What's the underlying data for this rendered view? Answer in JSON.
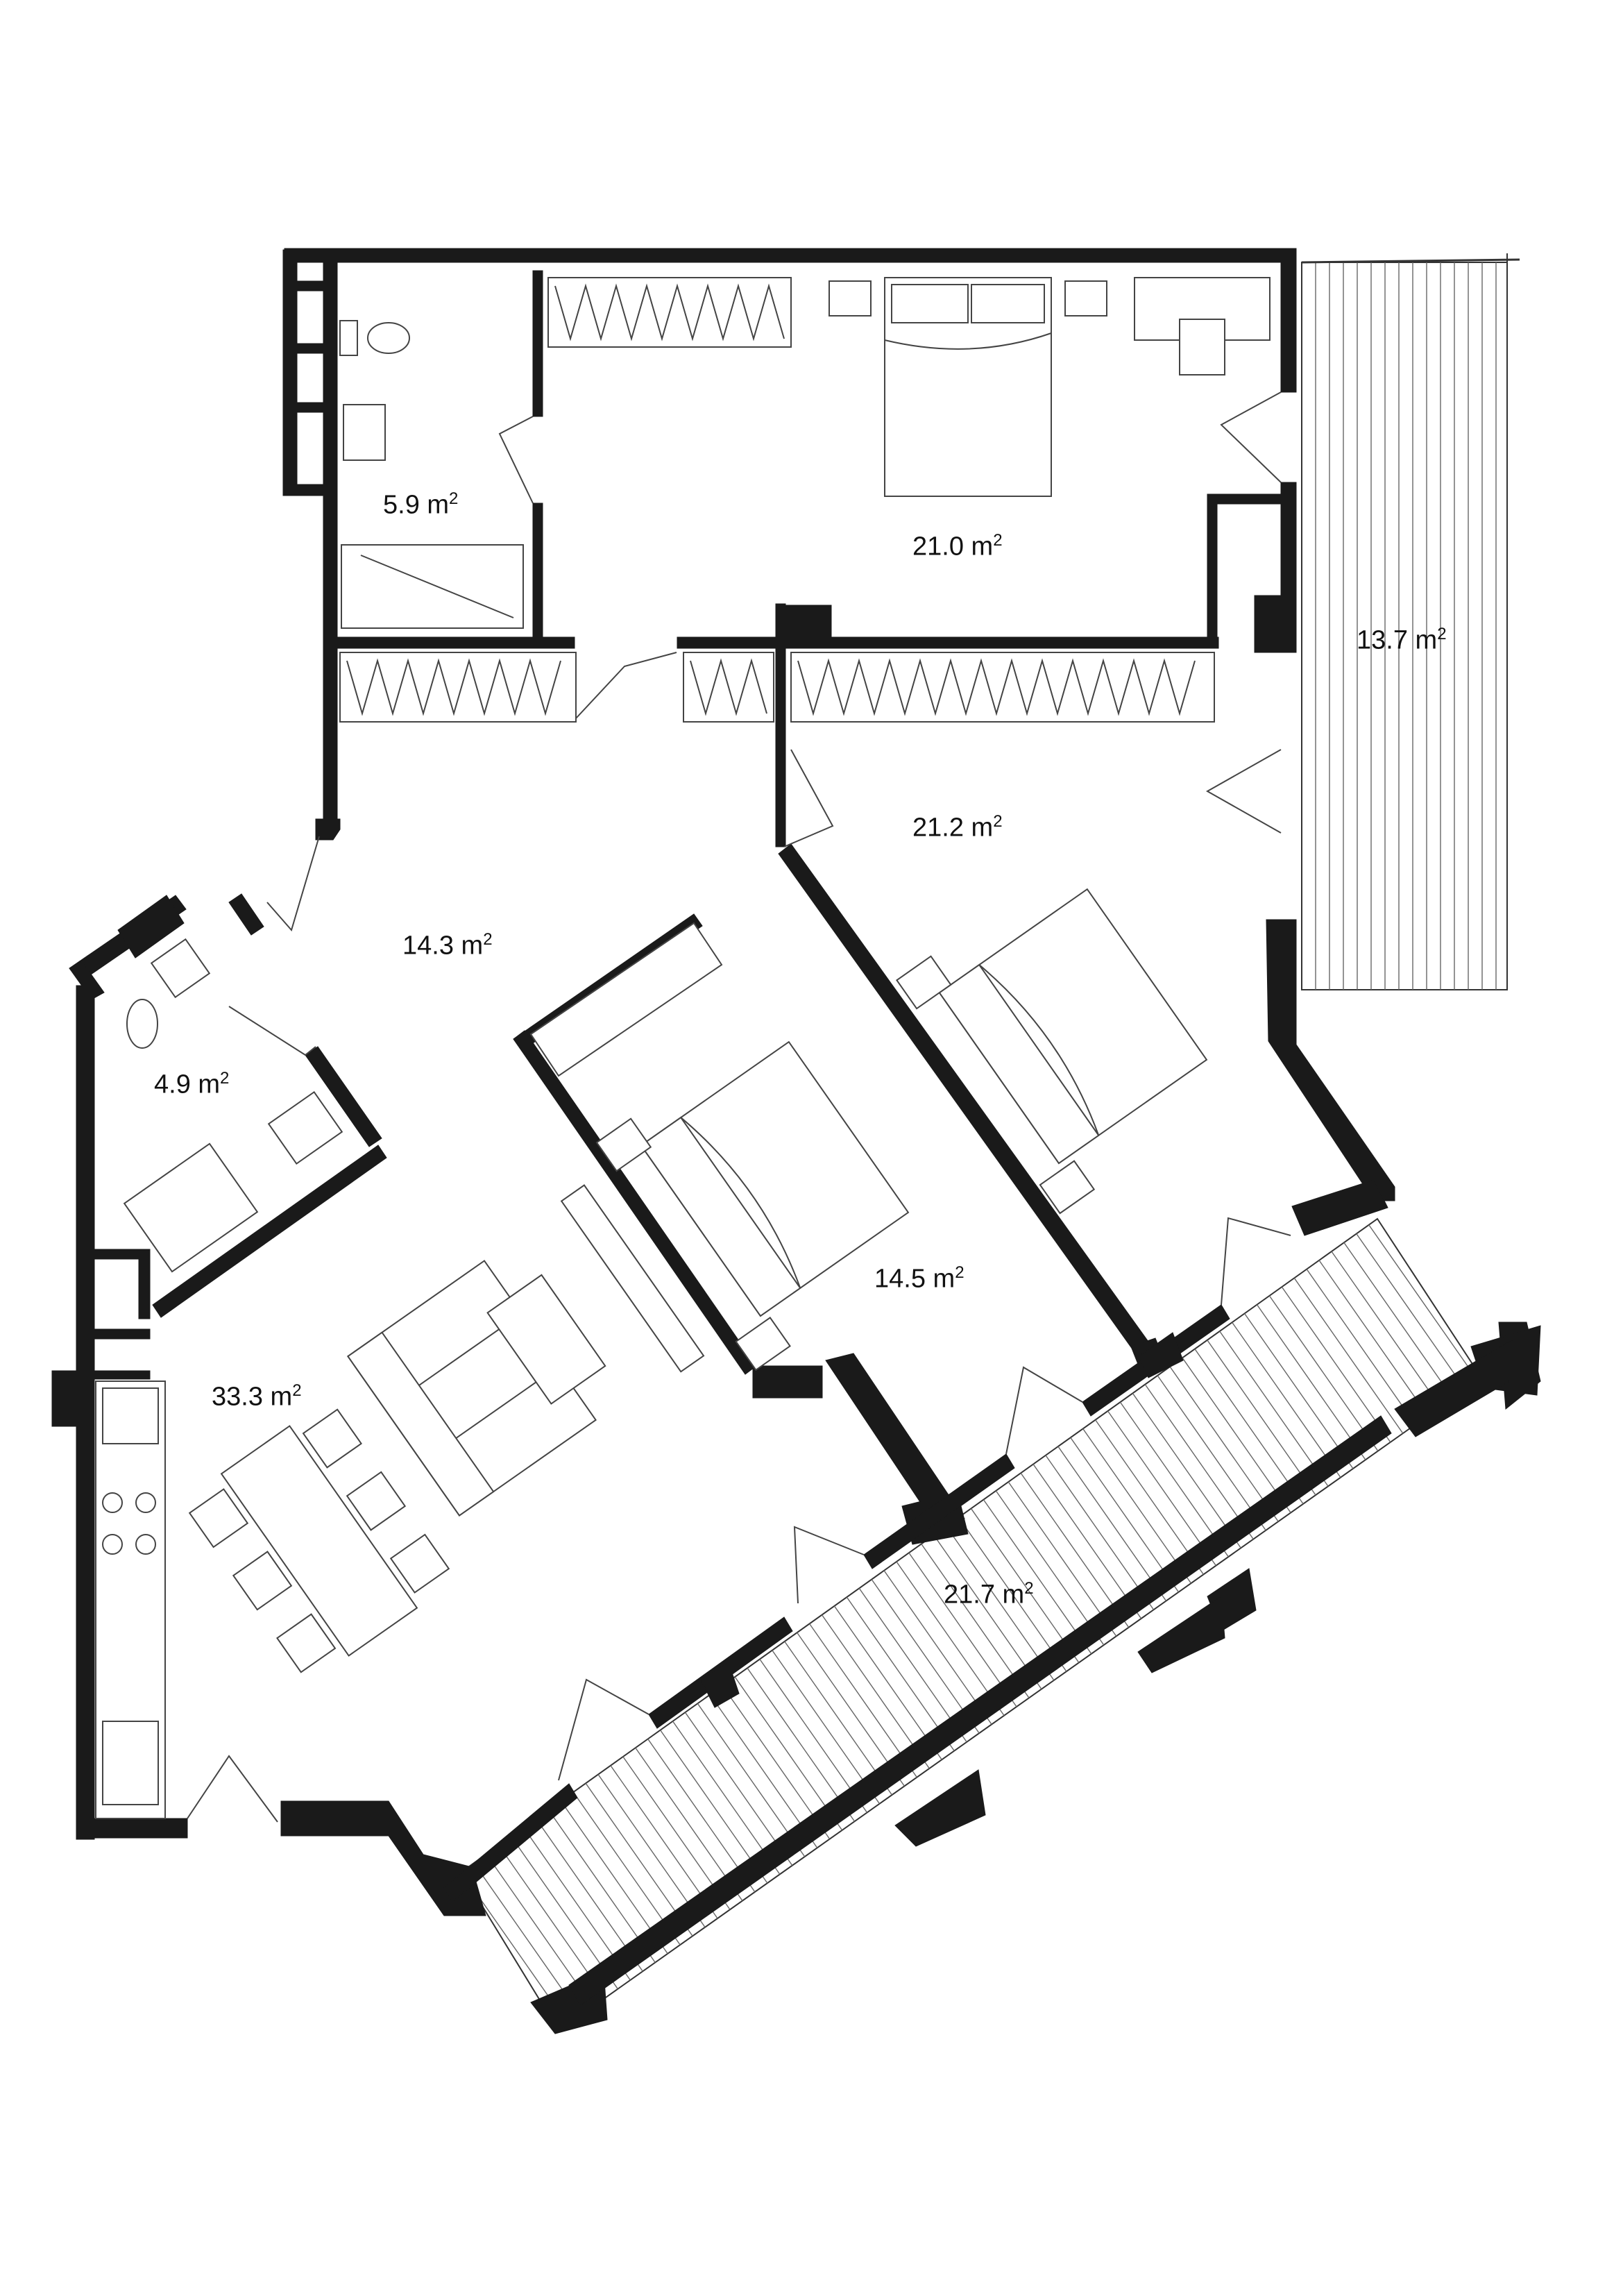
{
  "unit": "m",
  "unit_exponent": "2",
  "rooms": [
    {
      "id": "bathroom-1",
      "area": "5.9"
    },
    {
      "id": "bedroom-1",
      "area": "21.0"
    },
    {
      "id": "terrace-1",
      "area": "13.7"
    },
    {
      "id": "bedroom-2",
      "area": "21.2"
    },
    {
      "id": "hall",
      "area": "14.3"
    },
    {
      "id": "bathroom-2",
      "area": "4.9"
    },
    {
      "id": "bedroom-3",
      "area": "14.5"
    },
    {
      "id": "living-room",
      "area": "33.3"
    },
    {
      "id": "terrace-2",
      "area": "21.7"
    }
  ]
}
